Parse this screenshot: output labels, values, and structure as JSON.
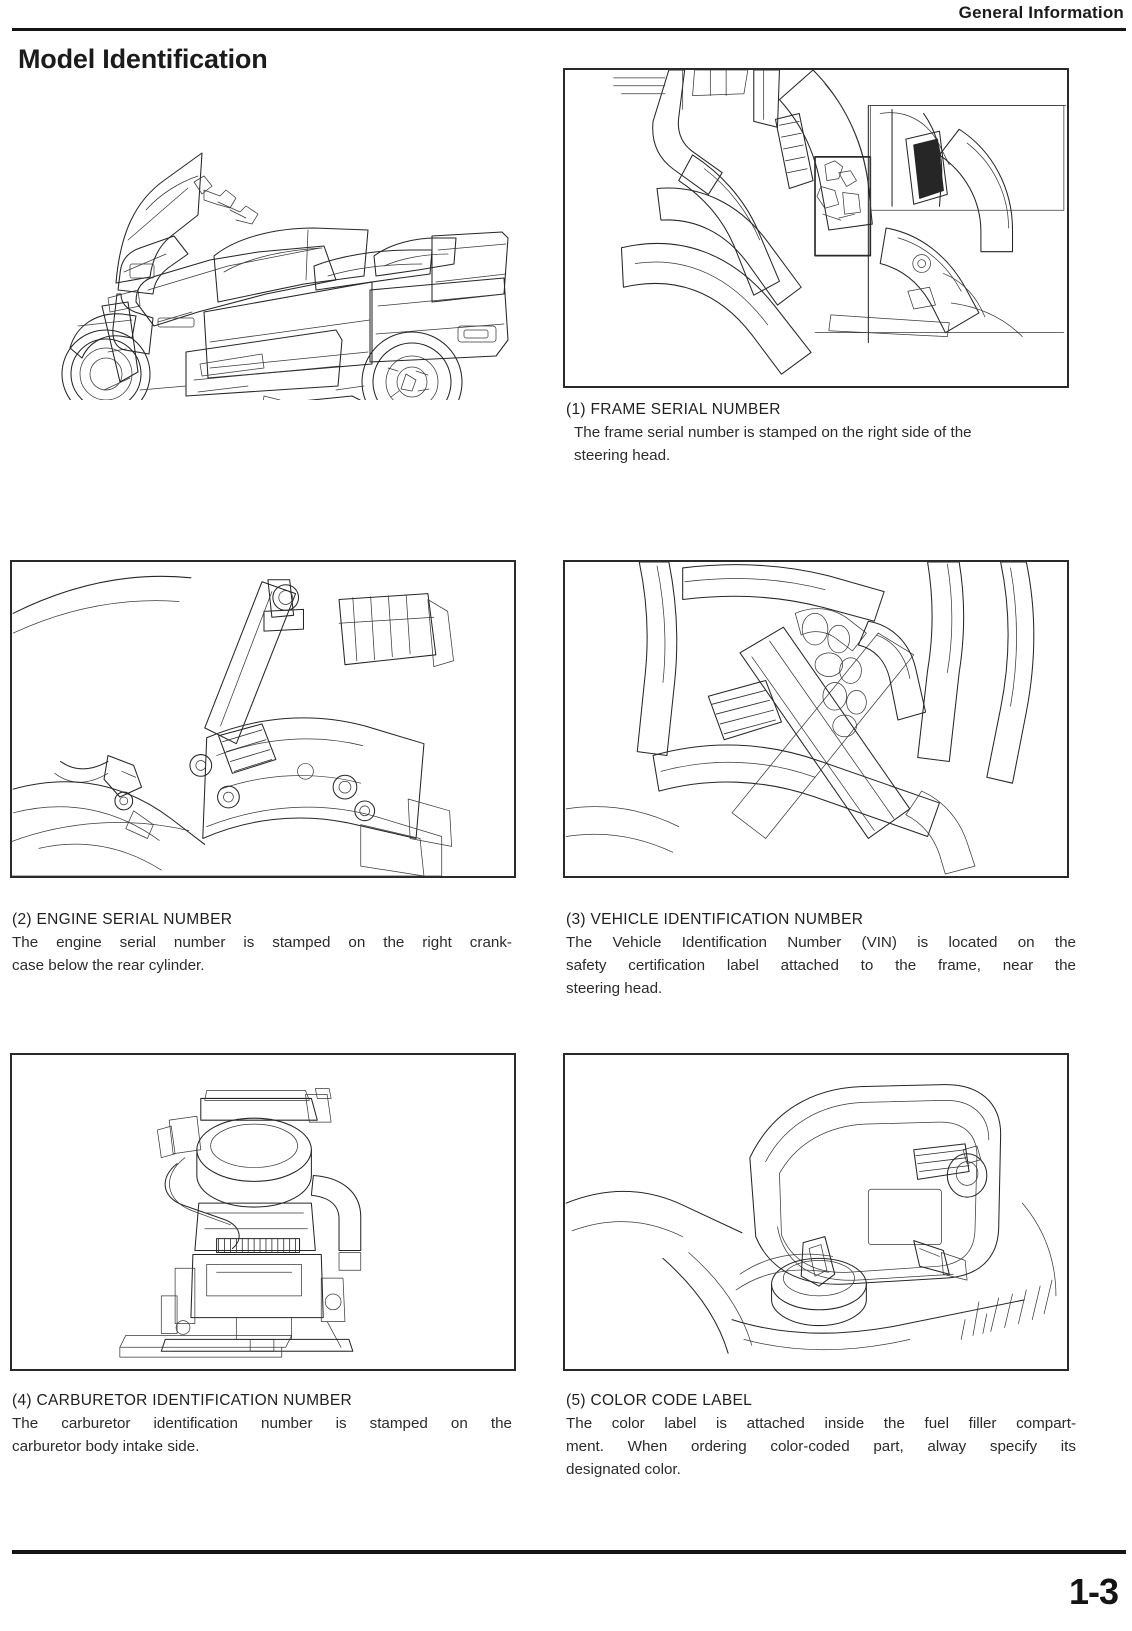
{
  "header": {
    "title": "General Information"
  },
  "section": {
    "title": "Model Identification"
  },
  "figures": {
    "motorcycle": {
      "name": "motorcycle-side-view-illustration",
      "bordered": false
    },
    "frame_serial": {
      "name": "frame-serial-number-illustration",
      "bordered": true
    },
    "engine_serial": {
      "name": "engine-serial-number-illustration",
      "bordered": true
    },
    "vin": {
      "name": "vehicle-identification-number-illustration",
      "bordered": true
    },
    "carburetor": {
      "name": "carburetor-identification-number-illustration",
      "bordered": true
    },
    "color_code": {
      "name": "color-code-label-illustration",
      "bordered": true
    }
  },
  "captions": {
    "frame_serial": {
      "title": "(1) FRAME SERIAL NUMBER",
      "line1": "The frame serial number is stamped on the right side of the",
      "line2": "steering head."
    },
    "engine_serial": {
      "title": "(2) ENGINE SERIAL NUMBER",
      "line1": "The engine serial number is stamped on the right crank-",
      "line2": "case below the rear cylinder."
    },
    "vin": {
      "title": "(3) VEHICLE IDENTIFICATION NUMBER",
      "line1": "The Vehicle Identification Number (VIN) is located on the",
      "line2": "safety certification label attached to the frame, near the",
      "line3": "steering head."
    },
    "carburetor": {
      "title": "(4) CARBURETOR IDENTIFICATION NUMBER",
      "line1": "The carburetor identification number is stamped on the",
      "line2": "carburetor body intake side."
    },
    "color_code": {
      "title": "(5) COLOR CODE LABEL",
      "line1": "The color label is attached inside the fuel filler compart-",
      "line2": "ment. When ordering color-coded part, alway specify its",
      "line3": "designated color."
    }
  },
  "footer": {
    "page_number": "1-3"
  },
  "colors": {
    "ink": "#1a1a1a",
    "rule": "#141414",
    "line_art": "#262626",
    "paper": "#ffffff"
  }
}
